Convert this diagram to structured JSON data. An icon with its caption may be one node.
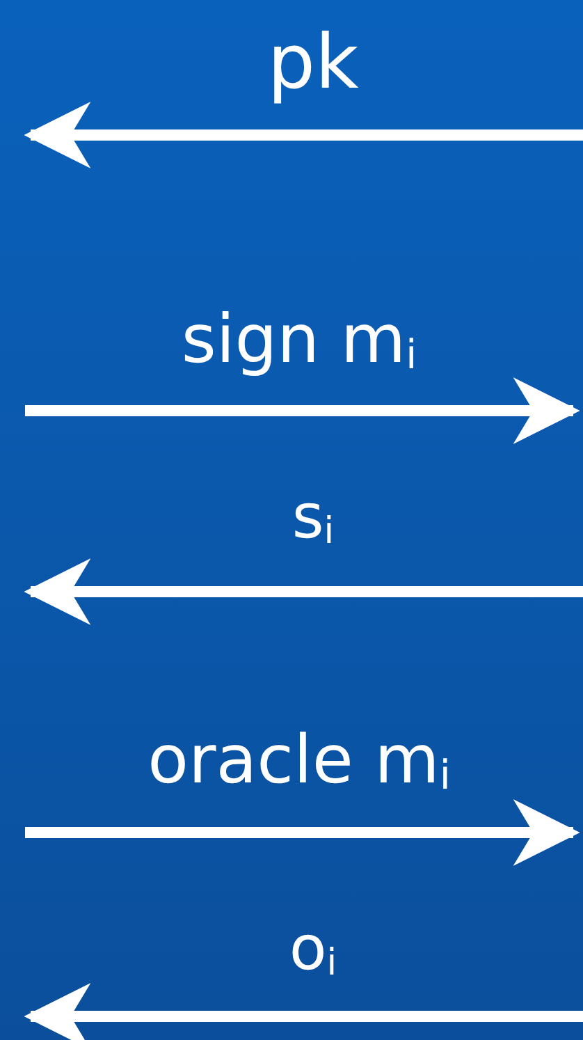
{
  "diagram": {
    "labels": [
      "pk",
      "sign m$_{i}$",
      "s$_{i}$",
      "oracle m$_{i}$",
      "o$_{i}$"
    ]
  }
}
